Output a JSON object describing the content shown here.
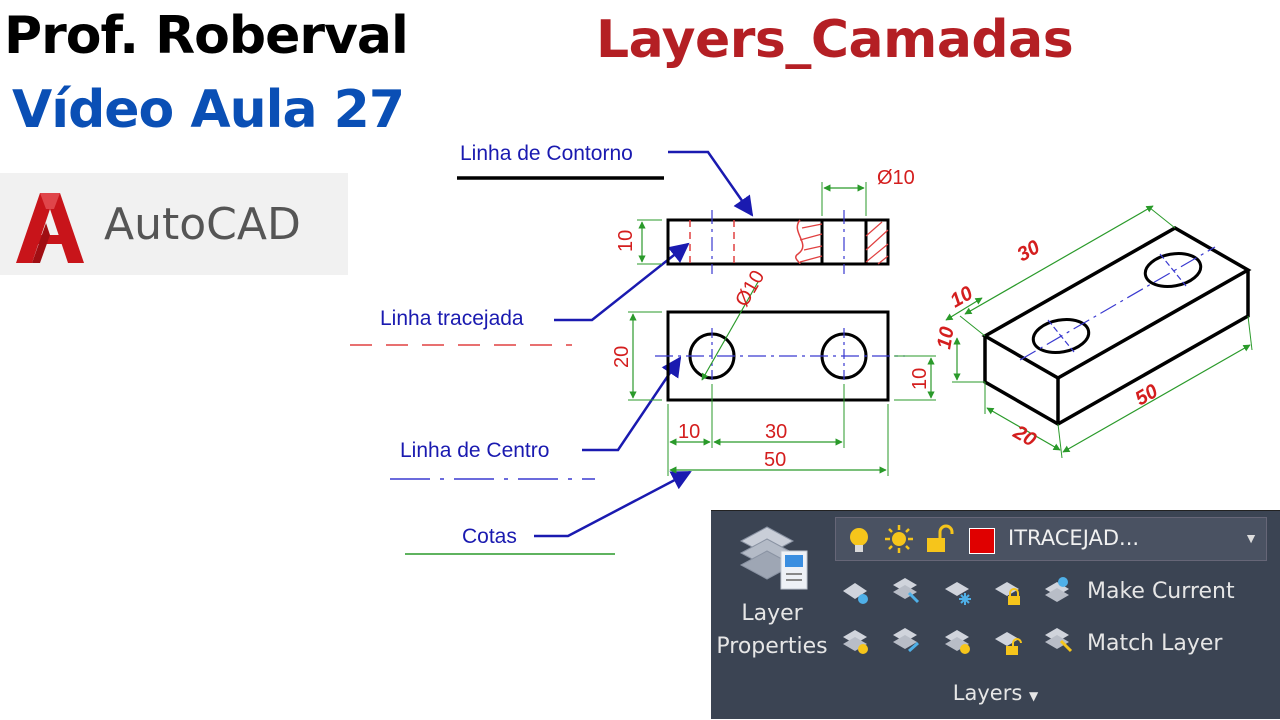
{
  "header": {
    "author": "Prof. Roberval",
    "lesson": "Vídeo Aula 27",
    "topic": "Layers_Camadas"
  },
  "logo": {
    "text": "AutoCAD",
    "letter": "A",
    "brand_color": "#c8141a"
  },
  "drawing": {
    "labels": {
      "contorno": "Linha de Contorno",
      "tracejada": "Linha tracejada",
      "centro": "Linha de Centro",
      "cotas": "Cotas"
    },
    "dims": {
      "front_height": "10",
      "hole_dia_top": "Ø10",
      "top_height": "20",
      "hole_dia": "Ø10",
      "right_height": "10",
      "left_offset": "10",
      "center_dist": "30",
      "total_length": "50"
    },
    "iso_dims": {
      "length_top": "30",
      "width_left": "10",
      "height_left": "10",
      "length_bottom": "50",
      "width_bottom": "20"
    },
    "colors": {
      "label": "#1a1ab0",
      "dimension": "#d41e1e",
      "dim_line": "#2a9a2a",
      "center": "#3a3ad0"
    }
  },
  "ribbon": {
    "layer_properties": {
      "line1": "Layer",
      "line2": "Properties",
      "icon": "layer-stack-icon"
    },
    "layer_combo": {
      "value": "ITRACEJAD...",
      "color": "#e00000"
    },
    "make_current": "Make Current",
    "match_layer": "Match Layer",
    "panel_title": "Layers",
    "bg_color": "#3b4453"
  }
}
